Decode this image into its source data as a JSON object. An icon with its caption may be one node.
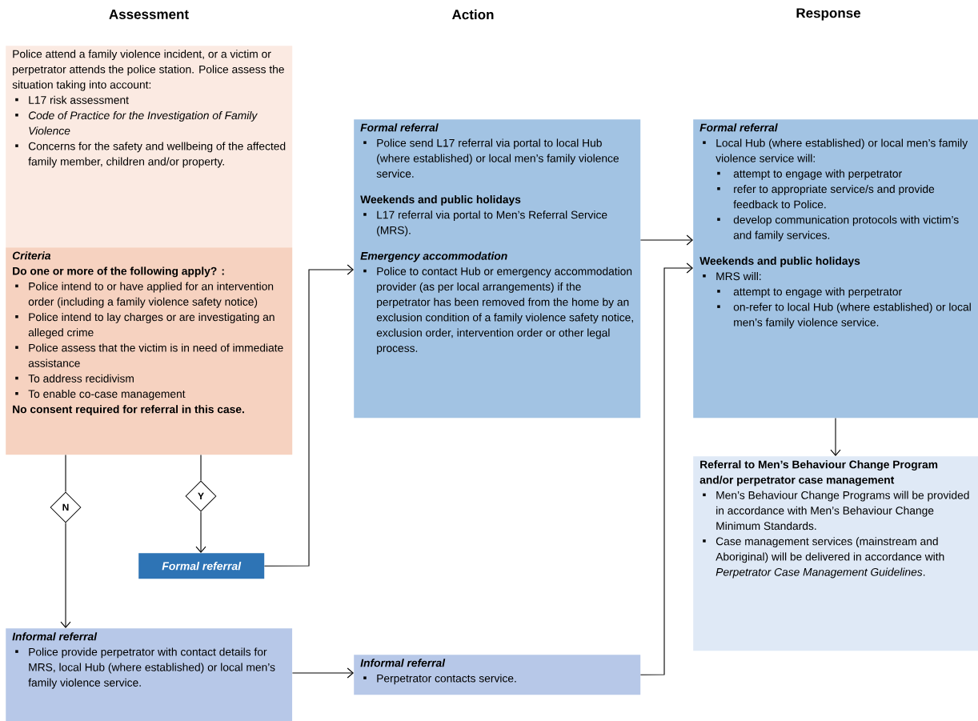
{
  "diagram": {
    "nodes": [
      {
        "text": [
          "Police attend a family violence incident, or a victim or perpetrator attends the police station. Police assess the situation taking into account:",
          "L17 risk assessment",
          "Code of Practice for the Investigation of Family Violence",
          "Concerns for the safety and wellbeing of the affected family member, children and/or property."
        ]
      },
      {
        "text": [
          "Criteria",
          "Do one or more of the following apply? :",
          "Police intend to or have applied for an intervention order (including a family violence safety notice)",
          "Police intend to lay charges or are investigating an alleged crime",
          "Police assess that the victim is in need of immediate assistance",
          "To address recidivism",
          "To enable co-case management",
          "No consent required for referral in this case."
        ]
      },
      {
        "text": [
          "N"
        ]
      },
      {
        "text": [
          "Y"
        ]
      },
      {
        "text": [
          "Formal referral"
        ]
      },
      {
        "text": [
          "Informal referral",
          "Police provide perpetrator with contact details for MRS, local Hub (where established) or local men’s family violence service."
        ]
      },
      {
        "text": [
          "Formal referral",
          "Police send L17 referral via portal to local Hub (where established) or local men’s family violence service.",
          "Weekends and public holidays",
          "L17 referral via portal to Men’s Referral Service (MRS).",
          "Emergency accommodation",
          "Police to contact Hub or emergency accommodation provider (as per local arrangements) if the perpetrator has been removed from the home by an exclusion condition of a family violence safety notice, exclusion order, intervention order or other legal process."
        ]
      },
      {
        "text": [
          "Informal referral",
          "Perpetrator contacts service."
        ]
      },
      {
        "text": [
          "Formal referral",
          "Local Hub (where established) or local men’s family violence service will:",
          "attempt to engage with perpetrator",
          "refer to appropriate service/s and provide feedback to Police.",
          "develop communication protocols with victim’s and family services.",
          "Weekends and public holidays",
          "MRS will:",
          "attempt to engage with perpetrator",
          "on-refer to local Hub (where established) or local men’s family violence service."
        ]
      },
      {
        "text": [
          "Referral to Men’s Behaviour Change Program and/or perpetrator case management",
          "Men’s Behaviour Change Programs will be provided in accordance with Men’s Behaviour Change Minimum Standards.",
          "Case management services (mainstream and Aboriginal) will be delivered in accordance with *Perpetrator Case Management Guidelines*."
        ]
      }
    ],
    "edges": [
      {
        "from": 1,
        "to": 2,
        "arrow": "none"
      },
      {
        "from": 2,
        "to": 5,
        "arrow": "to"
      },
      {
        "from": 1,
        "to": 3,
        "arrow": "none"
      },
      {
        "from": 3,
        "to": 4,
        "arrow": "to"
      },
      {
        "from": 4,
        "to": 6,
        "arrow": "to"
      },
      {
        "from": 5,
        "to": 7,
        "arrow": "to"
      },
      {
        "from": 6,
        "to": 8,
        "arrow": "to"
      },
      {
        "from": 7,
        "to": 8,
        "arrow": "to"
      },
      {
        "from": 8,
        "to": 9,
        "arrow": "to"
      }
    ],
    "labels": [
      "Assessment",
      "Action",
      "Response"
    ]
  }
}
